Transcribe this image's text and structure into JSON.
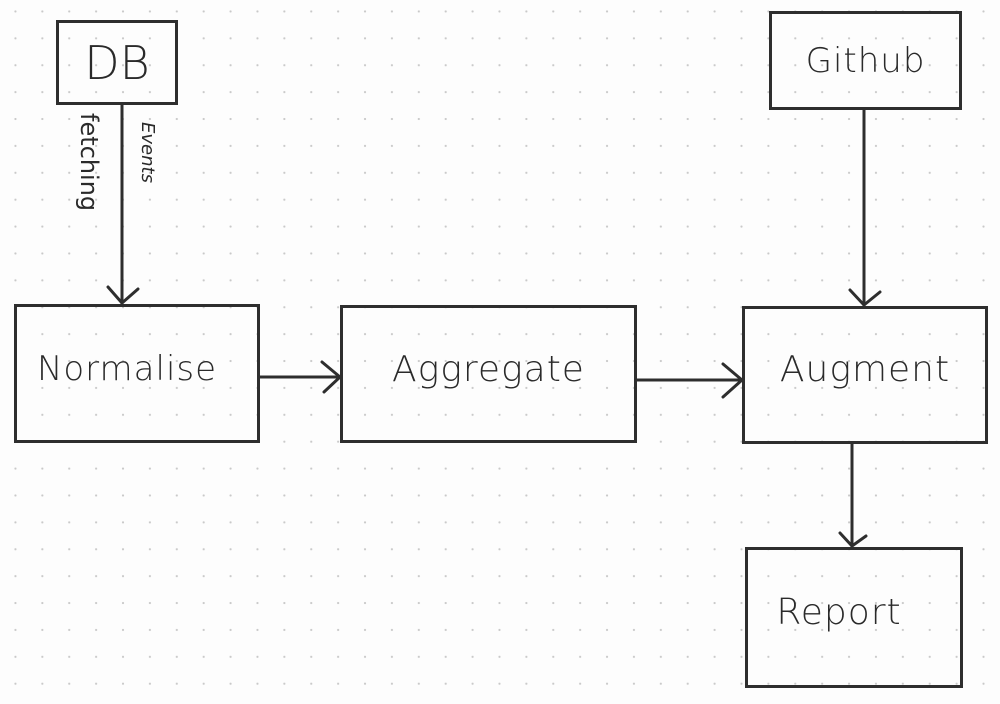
{
  "diagram": {
    "nodes": [
      {
        "id": "db",
        "label": "DB"
      },
      {
        "id": "github",
        "label": "Github"
      },
      {
        "id": "normalise",
        "label": "Normalise"
      },
      {
        "id": "aggregate",
        "label": "Aggregate"
      },
      {
        "id": "augment",
        "label": "Augment"
      },
      {
        "id": "report",
        "label": "Report"
      }
    ],
    "edges": [
      {
        "from": "db",
        "to": "normalise",
        "label": [
          "Events",
          "fetching"
        ]
      },
      {
        "from": "normalise",
        "to": "aggregate"
      },
      {
        "from": "aggregate",
        "to": "augment"
      },
      {
        "from": "github",
        "to": "augment"
      },
      {
        "from": "augment",
        "to": "report"
      }
    ],
    "edge_labels": {
      "db_normalise_line1": "Events",
      "db_normalise_line2": "fetching"
    }
  },
  "style": {
    "ink_color": "#2e2e2e",
    "paper_color": "#fdfdfd",
    "dot_color": "#c9c9c9"
  }
}
